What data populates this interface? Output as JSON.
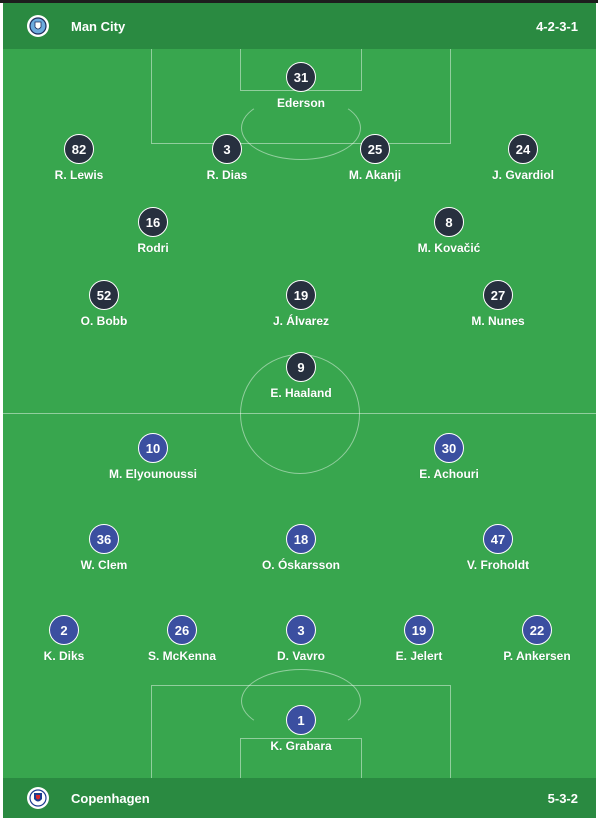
{
  "home": {
    "name": "Man City",
    "formation": "4-2-3-1",
    "crest_icon": "man-city-crest-icon",
    "players": [
      {
        "number": "31",
        "name": "Ederson"
      },
      {
        "number": "82",
        "name": "R. Lewis"
      },
      {
        "number": "3",
        "name": "R. Dias"
      },
      {
        "number": "25",
        "name": "M. Akanji"
      },
      {
        "number": "24",
        "name": "J. Gvardiol"
      },
      {
        "number": "16",
        "name": "Rodri"
      },
      {
        "number": "8",
        "name": "M. Kovačić"
      },
      {
        "number": "52",
        "name": "O. Bobb"
      },
      {
        "number": "19",
        "name": "J. Álvarez"
      },
      {
        "number": "27",
        "name": "M. Nunes"
      },
      {
        "number": "9",
        "name": "E. Haaland"
      }
    ]
  },
  "away": {
    "name": "Copenhagen",
    "formation": "5-3-2",
    "crest_icon": "copenhagen-crest-icon",
    "players": [
      {
        "number": "10",
        "name": "M. Elyounoussi"
      },
      {
        "number": "30",
        "name": "E. Achouri"
      },
      {
        "number": "36",
        "name": "W. Clem"
      },
      {
        "number": "18",
        "name": "O. Óskarsson"
      },
      {
        "number": "47",
        "name": "V. Froholdt"
      },
      {
        "number": "2",
        "name": "K. Diks"
      },
      {
        "number": "26",
        "name": "S. McKenna"
      },
      {
        "number": "3",
        "name": "D. Vavro"
      },
      {
        "number": "19",
        "name": "E. Jelert"
      },
      {
        "number": "22",
        "name": "P. Ankersen"
      },
      {
        "number": "1",
        "name": "K. Grabara"
      }
    ]
  },
  "colors": {
    "bar": "#2a8a41",
    "pitch": "#38a64e",
    "home_marker": "#27303f",
    "away_marker": "#3b4fa0"
  }
}
